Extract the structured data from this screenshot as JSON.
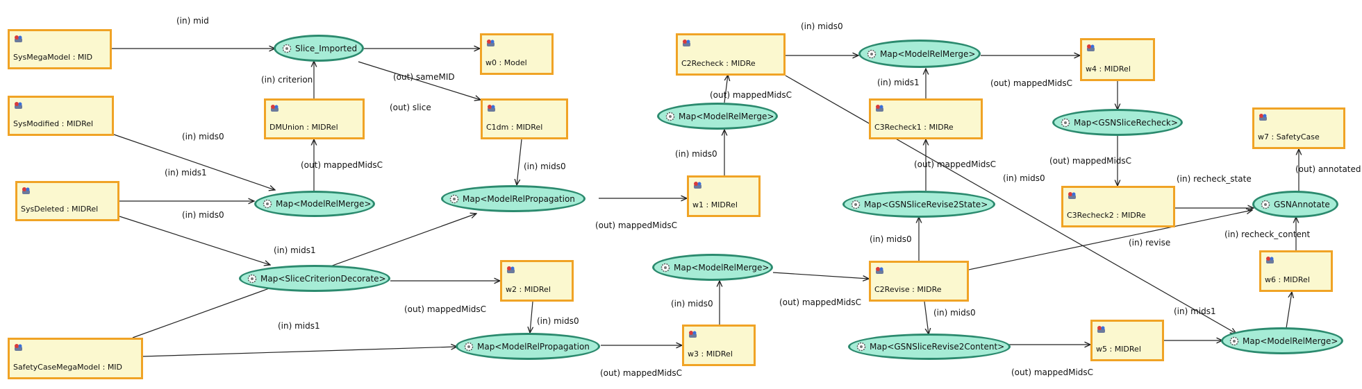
{
  "colors": {
    "artifact_fill": "#fbf8cf",
    "artifact_border": "#f0a325",
    "operator_fill": "#a6ecd6",
    "operator_border": "#2b8a6e",
    "edge": "#222222"
  },
  "artifacts": {
    "sysmegamodel": {
      "label": "SysMegaModel : MID",
      "icon": "model-icon"
    },
    "sysmodified": {
      "label": "SysModified : MIDRel",
      "icon": "model-icon"
    },
    "sysdeleted": {
      "label": "SysDeleted : MIDRel",
      "icon": "model-icon"
    },
    "safetycasemegamodel": {
      "label": "SafetyCaseMegaModel : MID",
      "icon": "model-icon"
    },
    "dmunion": {
      "label": "DMUnion : MIDRel",
      "icon": "model-icon"
    },
    "w0": {
      "label": "w0 : Model",
      "icon": "model-icon"
    },
    "c1dm": {
      "label": "C1dm : MIDRel",
      "icon": "model-icon"
    },
    "w2": {
      "label": "w2 : MIDRel",
      "icon": "model-icon"
    },
    "c2recheck": {
      "label": "C2Recheck : MIDRe",
      "icon": "model-icon"
    },
    "w1": {
      "label": "w1 : MIDRel",
      "icon": "model-icon"
    },
    "w3": {
      "label": "w3 : MIDRel",
      "icon": "model-icon"
    },
    "c3recheck1": {
      "label": "C3Recheck1 : MIDRe",
      "icon": "model-icon"
    },
    "c2revise": {
      "label": "C2Revise : MIDRe",
      "icon": "model-icon"
    },
    "w4": {
      "label": "w4 : MIDRel",
      "icon": "model-icon"
    },
    "c3recheck2": {
      "label": "C3Recheck2 : MIDRe",
      "icon": "model-icon"
    },
    "w5": {
      "label": "w5 : MIDRel",
      "icon": "model-icon"
    },
    "w7": {
      "label": "w7 : SafetyCase",
      "icon": "model-icon"
    },
    "w6": {
      "label": "w6 : MIDRel",
      "icon": "model-icon"
    }
  },
  "operators": {
    "slice_imported": {
      "label": "Slice_Imported",
      "icon": "gear-icon"
    },
    "map_merge1": {
      "label": "Map<ModelRelMerge>",
      "icon": "gear-icon"
    },
    "map_slicecrit": {
      "label": "Map<SliceCriterionDecorate>",
      "icon": "gear-icon"
    },
    "map_prop1": {
      "label": "Map<ModelRelPropagation",
      "icon": "gear-icon"
    },
    "map_prop2": {
      "label": "Map<ModelRelPropagation",
      "icon": "gear-icon"
    },
    "map_merge2": {
      "label": "Map<ModelRelMerge>",
      "icon": "gear-icon"
    },
    "map_merge3": {
      "label": "Map<ModelRelMerge>",
      "icon": "gear-icon"
    },
    "map_merge4": {
      "label": "Map<ModelRelMerge>",
      "icon": "gear-icon"
    },
    "map_gsnrevise2state": {
      "label": "Map<GSNSliceRevise2State>",
      "icon": "gear-icon"
    },
    "map_gsnrevise2content": {
      "label": "Map<GSNSliceRevise2Content>",
      "icon": "gear-icon"
    },
    "map_gsnrecheck": {
      "label": "Map<GSNSliceRecheck>",
      "icon": "gear-icon"
    },
    "map_merge5": {
      "label": "Map<ModelRelMerge>",
      "icon": "gear-icon"
    },
    "gsnannotate": {
      "label": "GSNAnnotate",
      "icon": "gear-icon"
    }
  },
  "edge_labels": {
    "in_mid": "(in) mid",
    "in_criterion": "(in) criterion",
    "out_samemid": "(out) sameMID",
    "out_slice": "(out) slice",
    "in_mids0_a": "(in) mids0",
    "in_mids1_a": "(in) mids1",
    "out_mappedmids0_a": "(out) mappedMidsC",
    "in_mids0_b": "(in) mids0",
    "in_mids1_b": "(in) mids1",
    "in_mids0_c": "(in) mids0",
    "in_mids1_c": "(in) mids1",
    "out_mappedmids0_b": "(out) mappedMidsC",
    "in_mids0_d": "(in) mids0",
    "out_mappedmids0_c": "(out) mappedMidsC",
    "out_mappedmids0_d": "(out) mappedMidsC",
    "in_mids0_e": "(in) mids0",
    "out_mappedmids0_e": "(out) mappedMidsC",
    "in_mids0_f": "(in) mids0",
    "in_mids0_g": "(in) mids0",
    "out_mappedmids0_f": "(out) mappedMidsC",
    "in_mids1_d": "(in) mids1",
    "out_mappedmids0_g": "(out) mappedMidsC",
    "in_mids0_h": "(in) mids0",
    "in_mids0_i": "(in) mids0",
    "out_mappedmids0_h": "(out) mappedMidsC",
    "in_mids0_j": "(in) mids0",
    "out_mappedmids0_i": "(out) mappedMidsC",
    "out_mappedmids0_j": "(out) mappedMidsC",
    "in_mids1_e": "(in) mids1",
    "in_recheck_state": "(in) recheck_state",
    "in_revise": "(in) revise",
    "in_recheck_content": "(in) recheck_content",
    "out_annotated": "(out) annotated"
  }
}
